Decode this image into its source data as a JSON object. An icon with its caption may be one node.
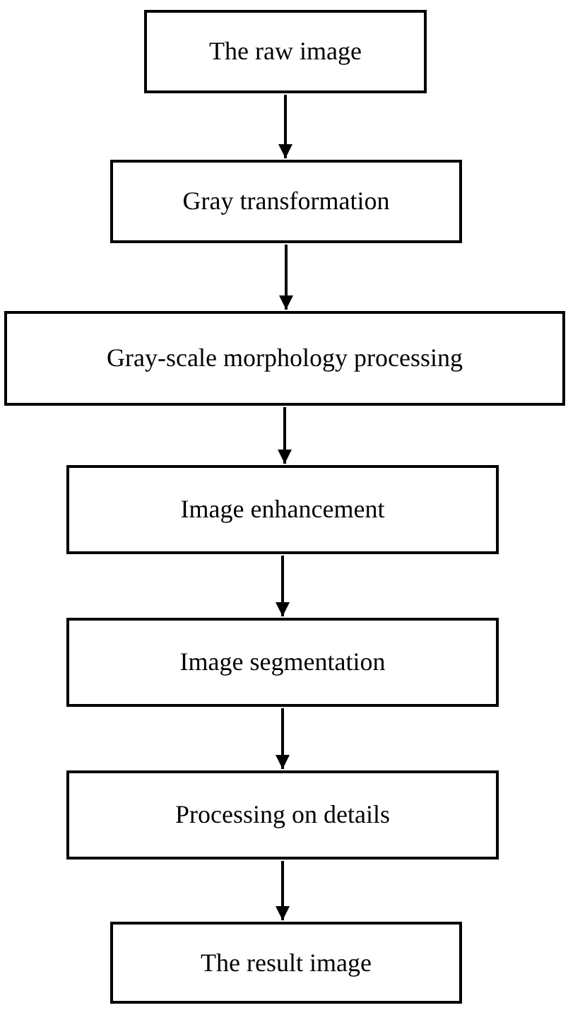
{
  "diagram": {
    "nodes": [
      {
        "text": [
          "The raw image"
        ]
      },
      {
        "text": [
          "Gray transformation"
        ]
      },
      {
        "text": [
          "Gray-scale morphology processing"
        ]
      },
      {
        "text": [
          "Image enhancement"
        ]
      },
      {
        "text": [
          "Image segmentation"
        ]
      },
      {
        "text": [
          "Processing on details"
        ]
      },
      {
        "text": [
          "The result image"
        ]
      }
    ],
    "edges": [
      {
        "from": 0,
        "to": 1,
        "arrow": "to"
      },
      {
        "from": 1,
        "to": 2,
        "arrow": "to"
      },
      {
        "from": 2,
        "to": 3,
        "arrow": "to"
      },
      {
        "from": 3,
        "to": 4,
        "arrow": "to"
      },
      {
        "from": 4,
        "to": 5,
        "arrow": "to"
      },
      {
        "from": 5,
        "to": 6,
        "arrow": "to"
      }
    ]
  }
}
